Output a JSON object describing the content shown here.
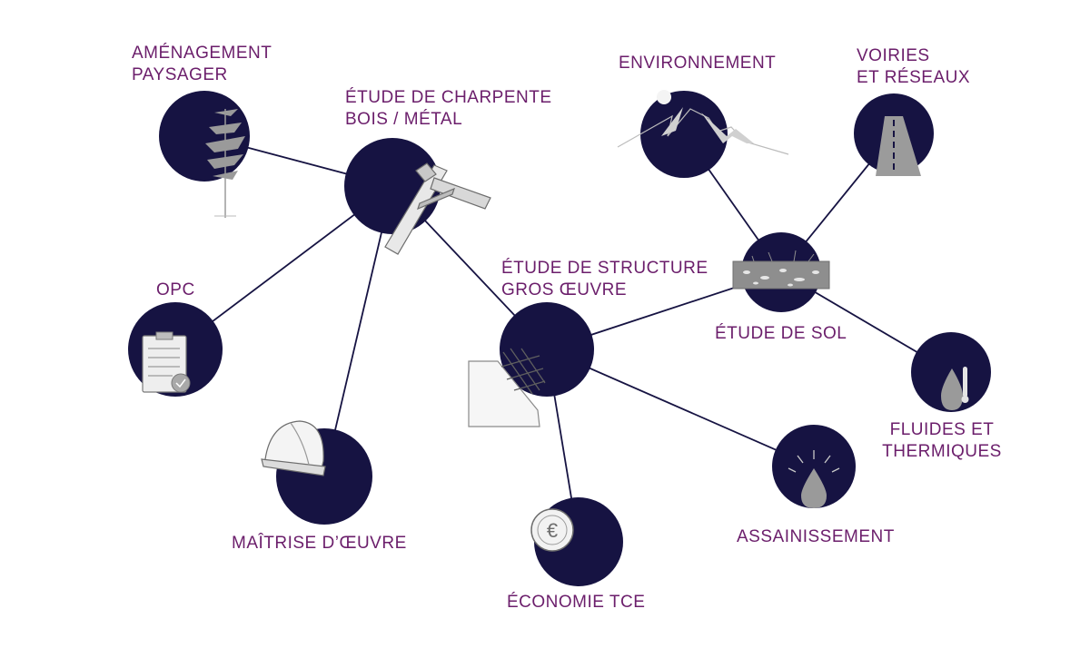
{
  "colors": {
    "node": "#161342",
    "line": "#161342",
    "label": "#6b1e6b",
    "illustration": "#8d8d8d"
  },
  "nodes": {
    "amenagement": {
      "label_1": "AMÉNAGEMENT",
      "label_2": "PAYSAGER",
      "icon": "tree-icon"
    },
    "charpente": {
      "label_1": "ÉTUDE DE CHARPENTE",
      "label_2": "BOIS / MÉTAL",
      "icon": "timber-frame-icon"
    },
    "opc": {
      "label_1": "OPC",
      "icon": "clipboard-icon"
    },
    "maitrise": {
      "label_1": "MAÎTRISE D’ŒUVRE",
      "icon": "hard-hat-icon"
    },
    "structure": {
      "label_1": "ÉTUDE DE STRUCTURE",
      "label_2": "GROS ŒUVRE",
      "icon": "rebar-wall-icon"
    },
    "economie": {
      "label_1": "ÉCONOMIE TCE",
      "icon": "euro-coin-icon"
    },
    "environnement": {
      "label_1": "ENVIRONNEMENT",
      "icon": "mountain-moon-icon"
    },
    "voiries": {
      "label_1": "VOIRIES",
      "label_2": "ET RÉSEAUX",
      "icon": "road-icon"
    },
    "sol": {
      "label_1": "ÉTUDE DE SOL",
      "icon": "soil-layer-icon"
    },
    "fluides": {
      "label_1": "FLUIDES ET",
      "label_2": "THERMIQUES",
      "icon": "drop-thermometer-icon"
    },
    "assainissement": {
      "label_1": "ASSAINISSEMENT",
      "icon": "water-drop-icon"
    }
  }
}
